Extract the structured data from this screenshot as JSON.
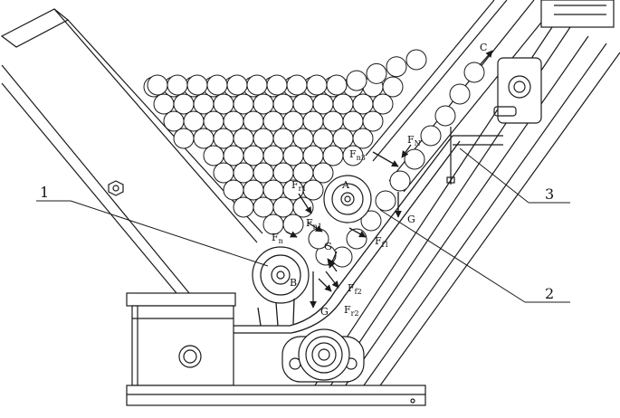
{
  "callouts": {
    "one": "1",
    "two": "2",
    "three": "3"
  },
  "points": {
    "a": "A",
    "b": "B",
    "c": "C"
  },
  "forces": {
    "fn": "F",
    "fn_sub": "n",
    "fn1": "F",
    "fn1_sub": "n1",
    "fr1": "F",
    "fr1_sub": "r1",
    "ff1": "F",
    "ff1_sub": "f1",
    "ff2": "F",
    "ff2_sub": "f2",
    "fr2": "F",
    "fr2_sub": "r2",
    "fn3": "F",
    "fn3_sub": "n3",
    "fn_top": "F",
    "fn_top_sub": "N",
    "g1": "G",
    "g2": "G",
    "g3": "G"
  },
  "colors": {
    "line": "#1a1a1a",
    "background": "#ffffff"
  }
}
